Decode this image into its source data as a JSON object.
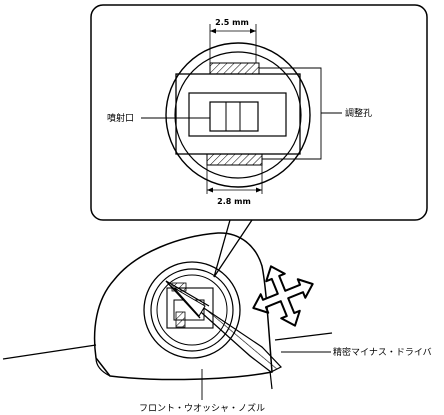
{
  "labels": {
    "dim_top": "2.5 mm",
    "dim_bottom": "2.8 mm",
    "nozzle_port": "噴射口",
    "adjust_hole": "調整孔",
    "screwdriver": "精密マイナス・ドライバ",
    "washer_nozzle": "フロント・ウオッシャ・ノズル"
  },
  "colors": {
    "line": "#000000",
    "background": "#ffffff",
    "hatch": "#000000"
  },
  "icons": {
    "direction_arrows": "four-way-arrow-icon"
  }
}
